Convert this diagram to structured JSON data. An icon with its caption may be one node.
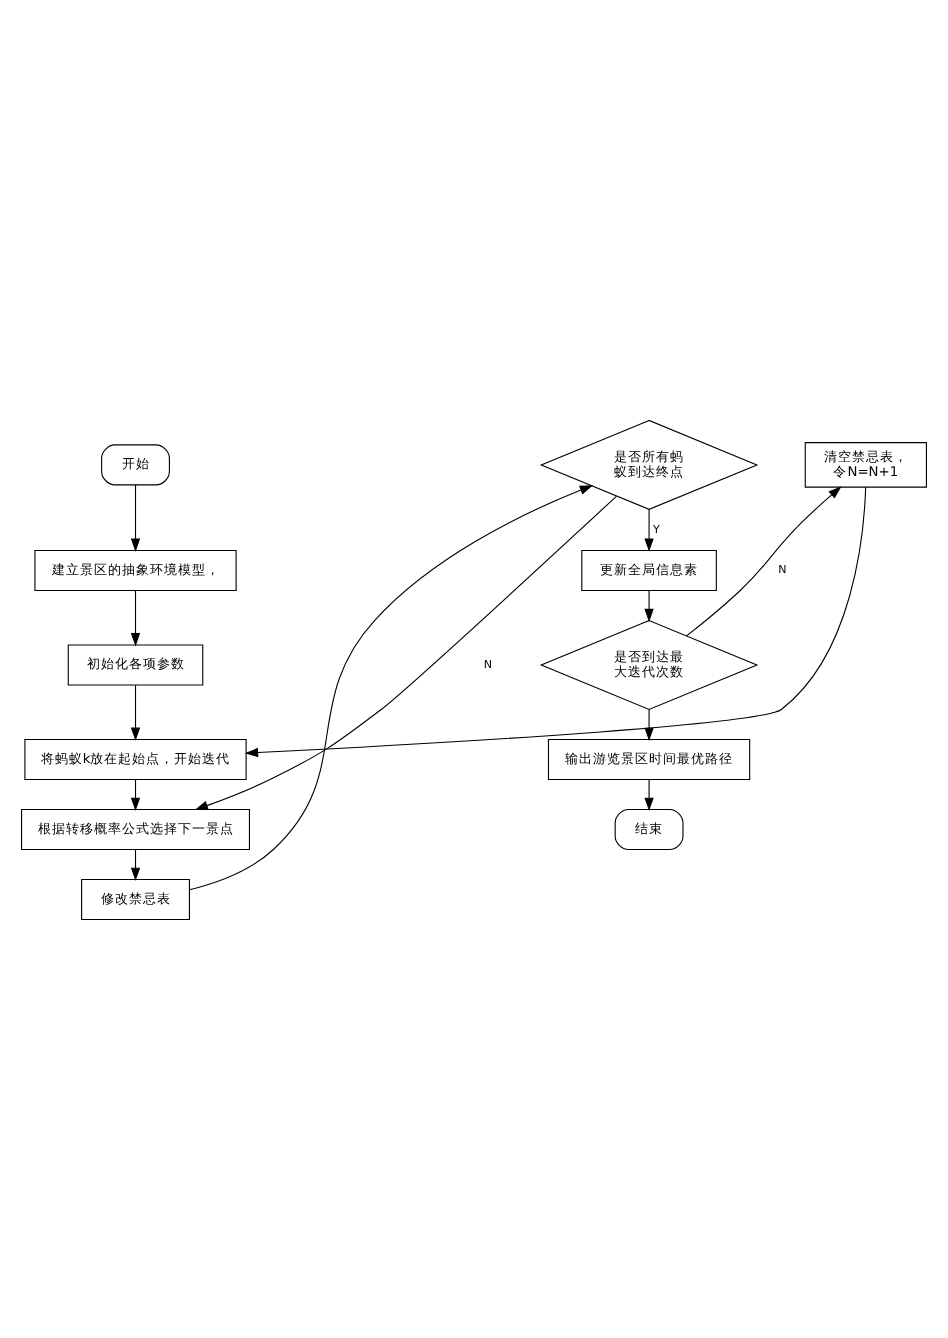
{
  "diagram": {
    "nodes": [
      {
        "text": [
          "开始"
        ]
      },
      {
        "text": [
          "建立景区的抽象环境模型，"
        ]
      },
      {
        "text": [
          "初始化各项参数"
        ]
      },
      {
        "text": [
          "将蚂蚁k放在起始点，开始迭代"
        ]
      },
      {
        "text": [
          "根据转移概率公式选择下一景点"
        ]
      },
      {
        "text": [
          "修改禁忌表"
        ]
      },
      {
        "text": [
          "是否所有蚂蚁到达终点"
        ]
      },
      {
        "text": [
          "更新全局信息素"
        ]
      },
      {
        "text": [
          "是否到达最大迭代次数"
        ]
      },
      {
        "text": [
          "清空禁忌表，令N=N+1"
        ]
      },
      {
        "text": [
          "输出游览景区时间最优路径"
        ]
      },
      {
        "text": [
          "结束"
        ]
      }
    ],
    "edges": [
      {
        "from": 0,
        "to": 1,
        "arrow": "to"
      },
      {
        "from": 1,
        "to": 2,
        "arrow": "to"
      },
      {
        "from": 2,
        "to": 3,
        "arrow": "to"
      },
      {
        "from": 3,
        "to": 4,
        "arrow": "to"
      },
      {
        "from": 4,
        "to": 5,
        "arrow": "to"
      },
      {
        "from": 5,
        "to": 6,
        "arrow": "to"
      },
      {
        "from": 6,
        "to": 4,
        "arrow": "to",
        "label": "N"
      },
      {
        "from": 6,
        "to": 7,
        "arrow": "to",
        "label": "Y"
      },
      {
        "from": 7,
        "to": 8,
        "arrow": "to"
      },
      {
        "from": 8,
        "to": 9,
        "arrow": "to",
        "label": "N"
      },
      {
        "from": 9,
        "to": 3,
        "arrow": "to"
      },
      {
        "from": 8,
        "to": 10,
        "arrow": "to"
      },
      {
        "from": 10,
        "to": 11,
        "arrow": "to"
      }
    ]
  }
}
